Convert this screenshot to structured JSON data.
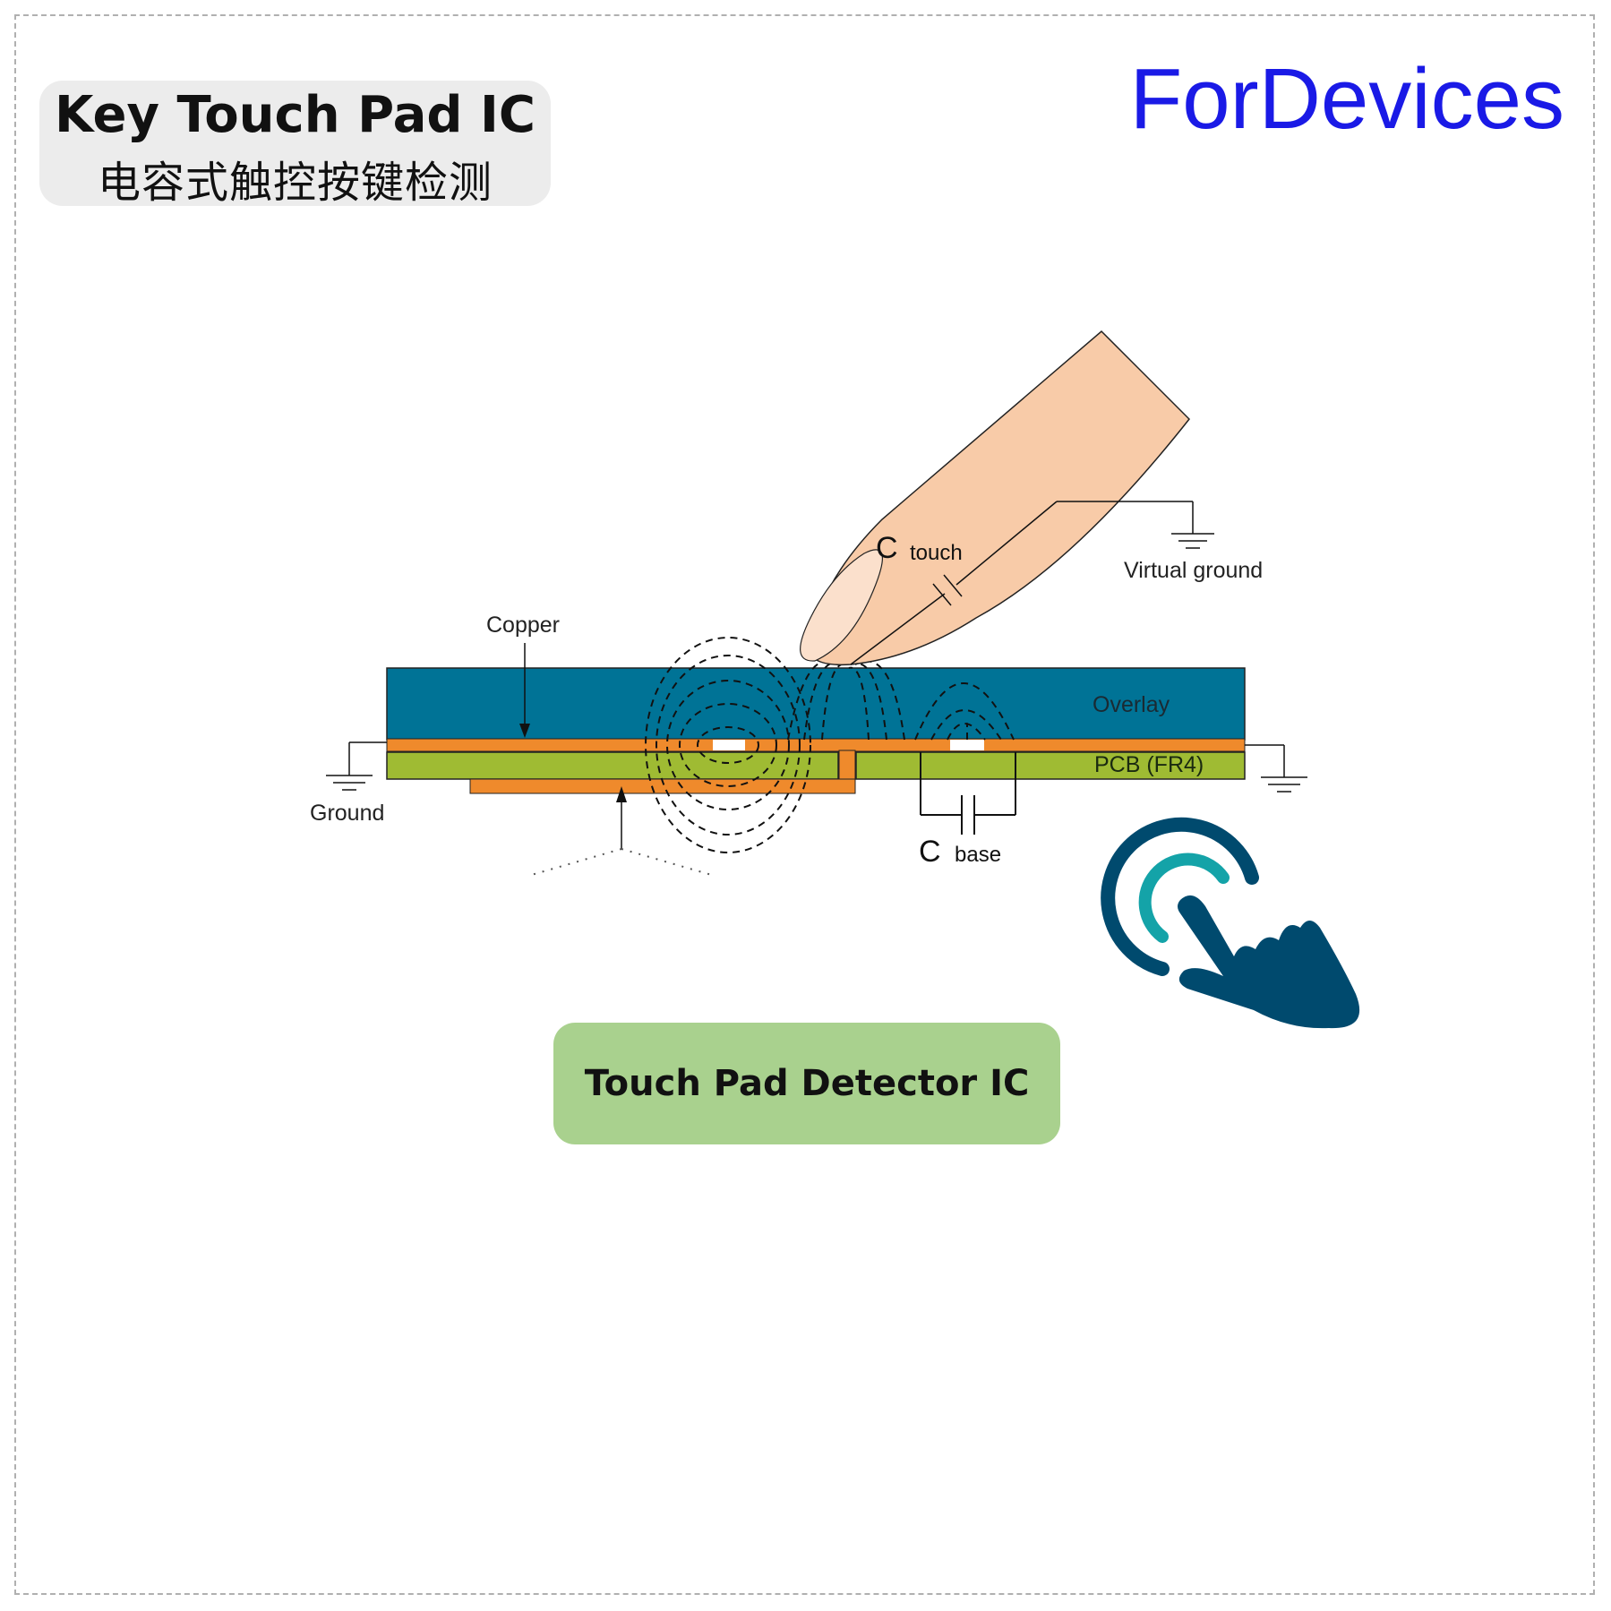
{
  "header": {
    "title": "Key Touch Pad IC",
    "subtitle": "电容式触控按键检测",
    "brand": "ForDevices"
  },
  "diagram": {
    "labels": {
      "copper": "Copper",
      "overlay": "Overlay",
      "pcb": "PCB (FR4)",
      "ground": "Ground",
      "virtual_ground": "Virtual ground",
      "c_touch_symbol": "C",
      "c_touch_sub": "touch",
      "c_base_symbol": "C",
      "c_base_sub": "base"
    },
    "colors": {
      "overlay": "#007396",
      "copper": "#ef8a2c",
      "pcb": "#9fbb33",
      "finger": "#f8cba8",
      "icon_dark": "#004a6e",
      "icon_teal": "#14a3a8"
    }
  },
  "detector": {
    "label": "Touch Pad Detector IC",
    "color": "#a9d18e"
  },
  "icons": {
    "touch": "touch-gesture-icon"
  }
}
